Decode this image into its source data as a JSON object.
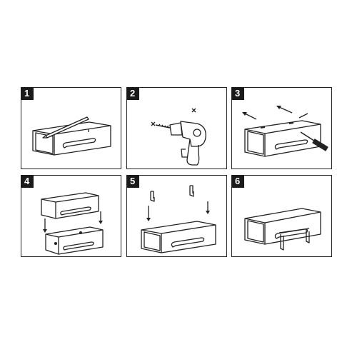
{
  "steps": [
    {
      "number": "1",
      "description": "measure-and-mark"
    },
    {
      "number": "2",
      "description": "drill-holes"
    },
    {
      "number": "3",
      "description": "mount-to-wall"
    },
    {
      "number": "4",
      "description": "insert-basket"
    },
    {
      "number": "5",
      "description": "attach-hooks"
    },
    {
      "number": "6",
      "description": "finished"
    }
  ],
  "colors": {
    "ink": "#222222",
    "badge": "#1a1a1a",
    "background": "#ffffff"
  },
  "icons": {
    "shelf": "shelf-icon",
    "pencil": "pencil-icon",
    "drill": "drill-icon",
    "screwdriver": "screwdriver-icon",
    "hook": "hook-icon",
    "arrow": "arrow-icon"
  }
}
